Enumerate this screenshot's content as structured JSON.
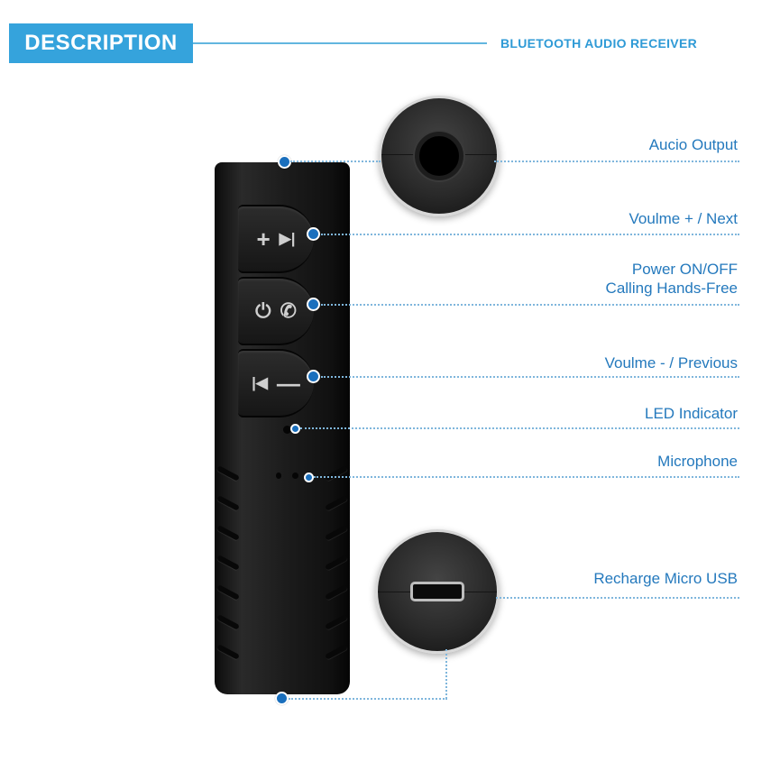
{
  "header": {
    "title": "DESCRIPTION",
    "subtitle": "BLUETOOTH AUDIO RECEIVER",
    "accent_color": "#35a3dc"
  },
  "callouts": [
    {
      "id": "audio-output",
      "label": "Aucio Output"
    },
    {
      "id": "volume-up-next",
      "label": "Voulme + / Next"
    },
    {
      "id": "power",
      "label_line1": "Power ON/OFF",
      "label_line2": "Calling Hands-Free"
    },
    {
      "id": "volume-down-previous",
      "label": "Voulme -  / Previous"
    },
    {
      "id": "led",
      "label": "LED Indicator"
    },
    {
      "id": "microphone",
      "label": "Microphone"
    },
    {
      "id": "usb",
      "label": "Recharge Micro USB"
    }
  ],
  "buttons": {
    "top": {
      "left_icon": "+",
      "right_icon": "▶|"
    },
    "middle": {
      "left_icon": "⏻",
      "right_icon": "✆"
    },
    "bottom": {
      "left_icon": "|◀",
      "right_icon": "—"
    }
  },
  "colors": {
    "label_text": "#2479bd",
    "dot": "#1a6fbd",
    "dotted_line": "#7fb6dc"
  }
}
